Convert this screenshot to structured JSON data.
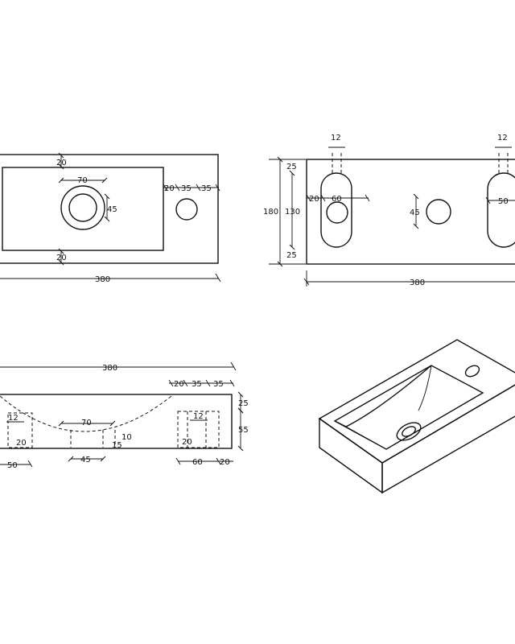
{
  "views": {
    "top": {
      "d_top": "20",
      "d_bottom": "20",
      "d_hole_w": "70",
      "d_hole_h": "45",
      "d_r1": "20",
      "d_r2": "35",
      "d_r3": "35",
      "d_width": "380"
    },
    "back": {
      "d_slot_l": "12",
      "d_slot_r": "12",
      "d_height": "180",
      "d_inner": "130",
      "d_top_m": "25",
      "d_bot_m": "25",
      "d_left_m": "20",
      "d_slot_span_l": "60",
      "d_center_h": "45",
      "d_slot_span_r": "50",
      "d_width": "380"
    },
    "front": {
      "d_width": "380",
      "d_r1": "20",
      "d_r2": "35",
      "d_r3": "35",
      "d_top": "25",
      "d_height": "55",
      "d_slot_l": "12",
      "d_off_l": "20",
      "d_bowl": "70",
      "d_depth": "10",
      "d_drain": "15",
      "d_slot_r": "12",
      "d_off_r": "20",
      "d_left": "50",
      "d_drain_w": "45",
      "d_right_w": "60",
      "d_right_m": "20"
    }
  },
  "colors": {
    "line": "#111111",
    "background": "#ffffff"
  }
}
